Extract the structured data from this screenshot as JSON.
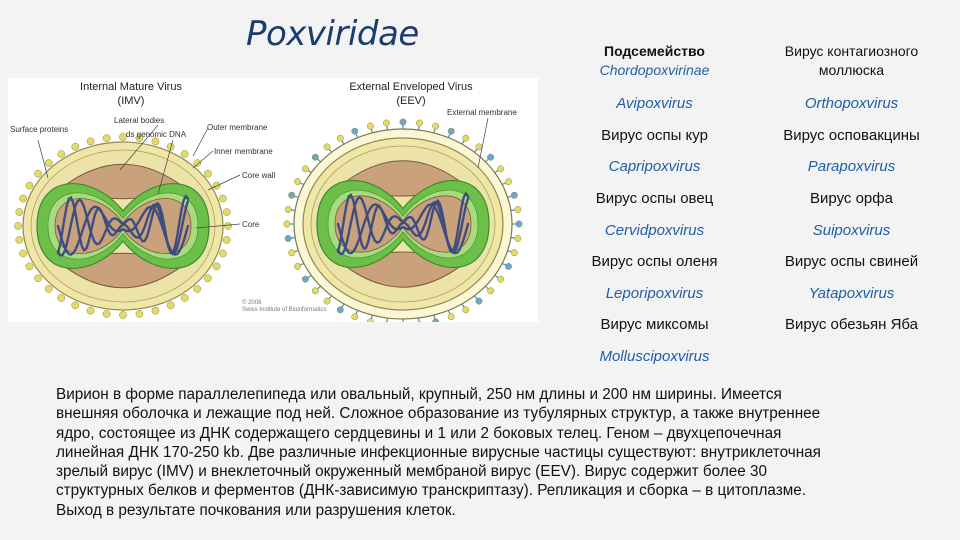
{
  "title": "Poxviridae",
  "figure": {
    "imv_title": "Internal Mature Virus",
    "imv_abbr": "(IMV)",
    "eev_title": "External Enveloped Virus",
    "eev_abbr": "(EEV)",
    "labels": {
      "surface_proteins": "Surface proteins",
      "lateral_bodies": "Lateral bodies",
      "ds_genomic_dna": "ds genomic DNA",
      "outer_membrane": "Outer membrane",
      "inner_membrane": "Inner membrane",
      "core_wall": "Core wall",
      "core": "Core",
      "external_membrane": "External membrane"
    },
    "copyright": "© 2008",
    "copyright_org": "Swiss Institute of Bioinformatics"
  },
  "table": {
    "header": {
      "col1_line1": "Подсемейство",
      "col1_line2": "Chordopoxvirinae",
      "col2_line1": "Вирус контагиозного",
      "col2_line2": "моллюска"
    },
    "rows": [
      {
        "left": "Avipoxvirus",
        "right": "Orthopoxvirus",
        "kind": "genus"
      },
      {
        "left": "Вирус оспы кур",
        "right": "Вирус осповакцины",
        "kind": "virus"
      },
      {
        "left": "Capripoxvirus",
        "right": "Parapoxvirus",
        "kind": "genus"
      },
      {
        "left": "Вирус оспы овец",
        "right": "Вирус орфа",
        "kind": "virus"
      },
      {
        "left": "Cervidpoxvirus",
        "right": "Suipoxvirus",
        "kind": "genus"
      },
      {
        "left": "Вирус оспы оленя",
        "right": "Вирус оспы свиней",
        "kind": "virus"
      },
      {
        "left": "Leporipoxvirus",
        "right": "Yatapoxvirus",
        "kind": "genus"
      },
      {
        "left": "Вирус миксомы",
        "right": "Вирус обезьян Яба",
        "kind": "virus"
      },
      {
        "left": "Molluscipoxvirus",
        "right": "",
        "kind": "genus"
      }
    ]
  },
  "description": [
    "Вирион в форме параллелепипеда или овальный, крупный, 250 нм длины и 200 нм  ширины. Имеется",
    "внешняя оболочка и лежащие под ней. Сложное образование из тубулярных структур, а также внутреннее",
    "ядро, состоящее из ДНК содержащего сердцевины и 1 или 2 боковых телец. Геном – двухцепочечная",
    "линейная ДНК 170-250 kb. Две различные инфекционные вирусные частицы существуют: внутриклеточная",
    "зрелый вирус (IMV) и внеклеточный  окруженный мембраной вирус (EEV). Вирус содержит более 30",
    "структурных белков и ферментов (ДНК-зависимую транскриптазу). Репликация и сборка – в цитоплазме.",
    "Выход в результате почкования или разрушения клеток."
  ],
  "colors": {
    "title": "#1a3d6d",
    "genus": "#1f5ea8",
    "envelope_yellow": "#f0e7a6",
    "membrane_green": "#6cc04a",
    "core_brown": "#c9a27c",
    "dna_blue": "#3d4d80",
    "spike_yellow": "#e3da6a",
    "spike_blue": "#6aa8c9"
  }
}
